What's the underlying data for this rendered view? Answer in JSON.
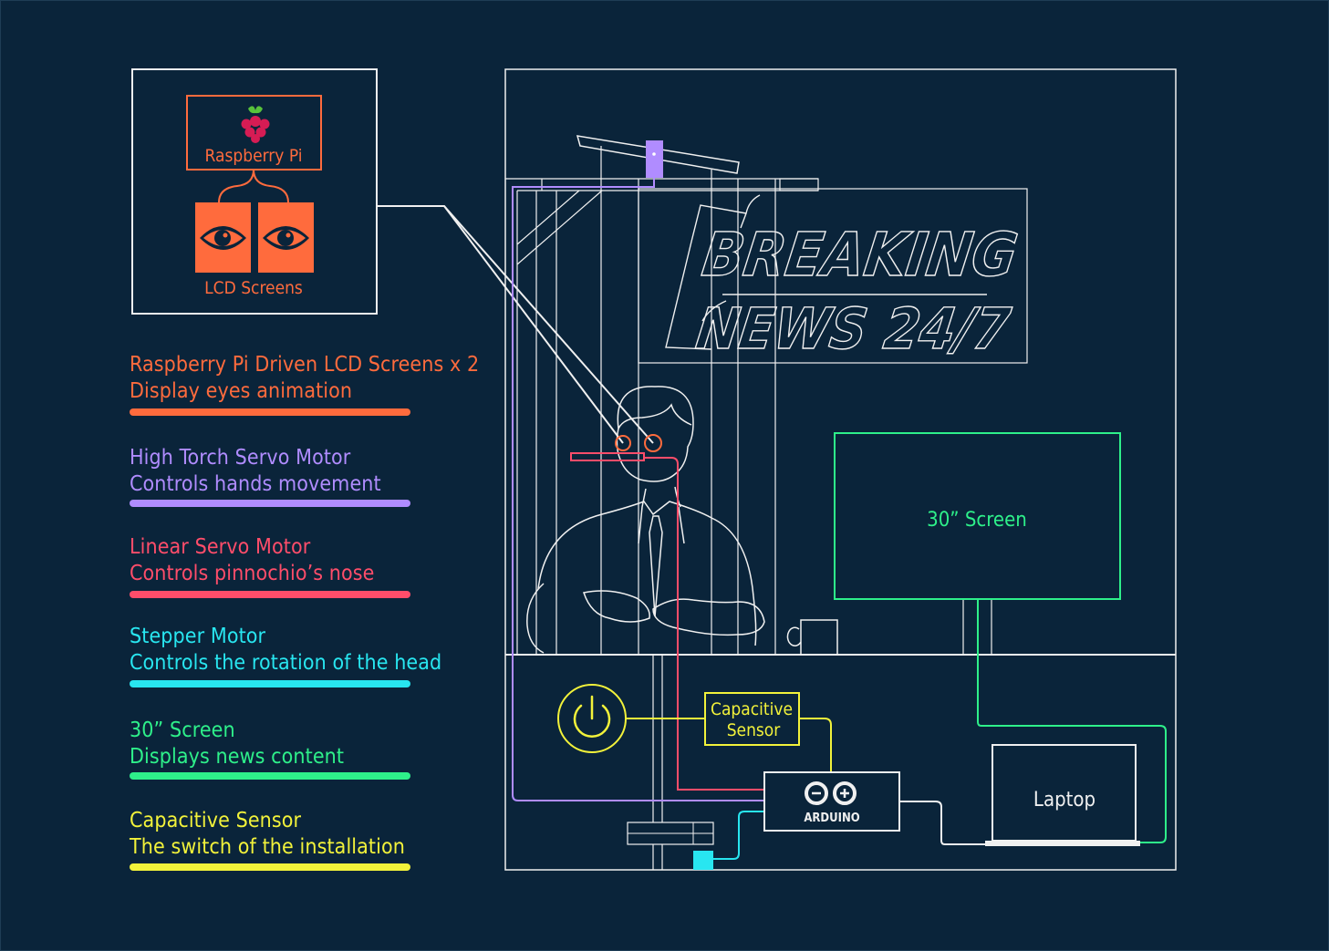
{
  "colors": {
    "background": "#0a243a",
    "orange": "#ff6b3d",
    "purple": "#b08cff",
    "red": "#ff4d6a",
    "cyan": "#28e6f0",
    "green": "#2ef08a",
    "yellow": "#f2f23a",
    "line": "#f0f0f0"
  },
  "inset": {
    "rpi_label": "Raspberry Pi",
    "lcd_label": "LCD Screens"
  },
  "legend": [
    {
      "title": "Raspberry Pi Driven LCD Screens x 2",
      "desc": "Display eyes animation",
      "color": "#ff6b3d"
    },
    {
      "title": "High Torch Servo Motor",
      "desc": "Controls hands movement",
      "color": "#b08cff"
    },
    {
      "title": "Linear Servo Motor",
      "desc": "Controls pinnochio’s nose",
      "color": "#ff4d6a"
    },
    {
      "title": "Stepper Motor",
      "desc": "Controls the rotation of the head",
      "color": "#28e6f0"
    },
    {
      "title": "30” Screen",
      "desc": "Displays news content",
      "color": "#2ef08a"
    },
    {
      "title": "Capacitive Sensor",
      "desc": "The switch of the installation",
      "color": "#f2f23a"
    }
  ],
  "diagram": {
    "sign_line1": "BREAKING",
    "sign_line2": "NEWS 24/7",
    "screen_label": "30” Screen",
    "sensor_label_line1": "Capacitive",
    "sensor_label_line2": "Sensor",
    "arduino_label": "ARDUINO",
    "laptop_label": "Laptop"
  }
}
